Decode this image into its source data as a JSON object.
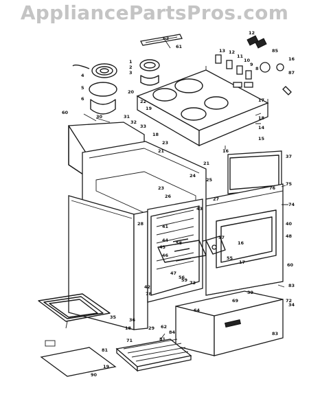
{
  "watermark": "AppliancePartsPros.com",
  "callouts": [
    {
      "t": "62"
    },
    {
      "t": "61"
    },
    {
      "t": "12"
    },
    {
      "t": "13"
    },
    {
      "t": "12"
    },
    {
      "t": "11"
    },
    {
      "t": "10"
    },
    {
      "t": "9"
    },
    {
      "t": "8"
    },
    {
      "t": "85"
    },
    {
      "t": "16"
    },
    {
      "t": "87"
    },
    {
      "t": "1"
    },
    {
      "t": "2"
    },
    {
      "t": "3"
    },
    {
      "t": "4"
    },
    {
      "t": "5"
    },
    {
      "t": "6"
    },
    {
      "t": "20"
    },
    {
      "t": "22"
    },
    {
      "t": "19"
    },
    {
      "t": "60"
    },
    {
      "t": "30"
    },
    {
      "t": "31"
    },
    {
      "t": "32"
    },
    {
      "t": "33"
    },
    {
      "t": "18"
    },
    {
      "t": "23"
    },
    {
      "t": "21"
    },
    {
      "t": "17"
    },
    {
      "t": "18"
    },
    {
      "t": "14"
    },
    {
      "t": "15"
    },
    {
      "t": "16"
    },
    {
      "t": "37"
    },
    {
      "t": "21"
    },
    {
      "t": "24"
    },
    {
      "t": "25"
    },
    {
      "t": "23"
    },
    {
      "t": "26"
    },
    {
      "t": "27"
    },
    {
      "t": "75"
    },
    {
      "t": "76"
    },
    {
      "t": "74"
    },
    {
      "t": "28"
    },
    {
      "t": "43"
    },
    {
      "t": "40"
    },
    {
      "t": "41"
    },
    {
      "t": "44"
    },
    {
      "t": "45"
    },
    {
      "t": "46"
    },
    {
      "t": "58"
    },
    {
      "t": "57"
    },
    {
      "t": "16"
    },
    {
      "t": "55"
    },
    {
      "t": "17"
    },
    {
      "t": "48"
    },
    {
      "t": "47"
    },
    {
      "t": "56"
    },
    {
      "t": "59"
    },
    {
      "t": "73"
    },
    {
      "t": "60"
    },
    {
      "t": "42"
    },
    {
      "t": "78"
    },
    {
      "t": "83"
    },
    {
      "t": "39"
    },
    {
      "t": "69"
    },
    {
      "t": "72"
    },
    {
      "t": "34"
    },
    {
      "t": "35"
    },
    {
      "t": "36"
    },
    {
      "t": "18"
    },
    {
      "t": "29"
    },
    {
      "t": "62"
    },
    {
      "t": "64"
    },
    {
      "t": "81"
    },
    {
      "t": "84"
    },
    {
      "t": "71"
    },
    {
      "t": "83"
    },
    {
      "t": "81"
    },
    {
      "t": "19"
    },
    {
      "t": "90"
    }
  ]
}
